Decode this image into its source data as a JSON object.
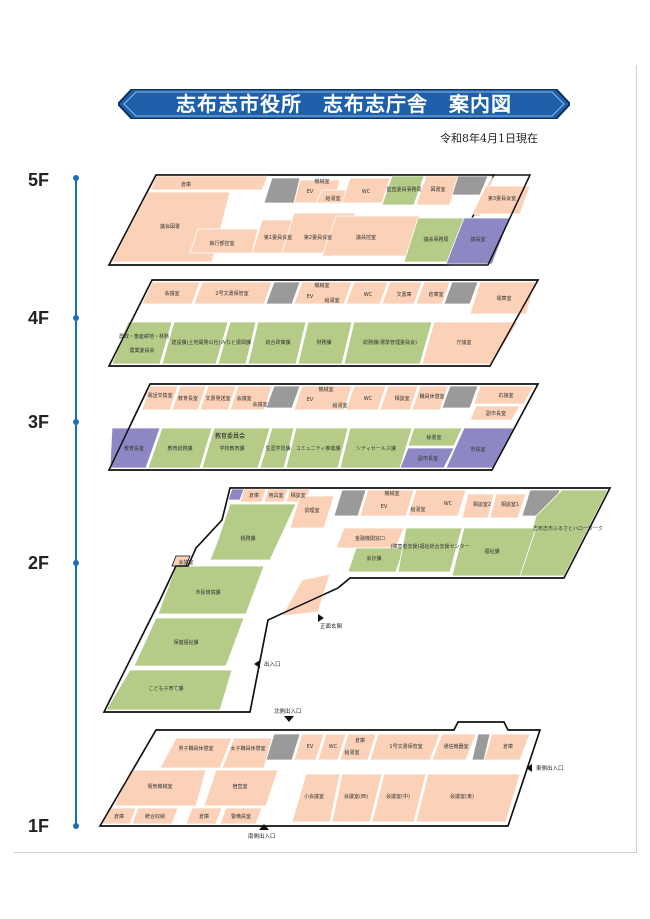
{
  "title": "志布志市役所　志布志庁舎　案内図",
  "date": "令和8年4月1日現在",
  "floors": {
    "f5": "5F",
    "f4": "4F",
    "f3": "3F",
    "f2": "2F",
    "f1": "1F"
  },
  "colors": {
    "office": "#fbd2b8",
    "hall": "#b4cc88",
    "special": "#8d88c4",
    "stairs": "#9a9a9a",
    "outline": "#111111",
    "axis": "#1d6fb5",
    "banner": "#1d5fa8"
  },
  "rooms5": {
    "r1": "倉庫",
    "r2": "議会図書",
    "r3": "執行部控室",
    "r4": "第1委員会室",
    "r5": "第2委員会室",
    "r6": "議員控室",
    "r7": "機械室",
    "r8": "EV",
    "r9": "給湯室",
    "r10": "WC",
    "r11": "監査委員事務局",
    "r12": "図書室",
    "r13": "第3委員会室",
    "r14": "議会事務局",
    "r15": "議長室"
  },
  "rooms4": {
    "r1": "会議室",
    "r2": "2号文書保管室",
    "r3": "機械室",
    "r4": "EV",
    "r5": "給湯室",
    "r6": "WC",
    "r7": "文書庫",
    "r8": "倉庫室",
    "r9": "電算室",
    "r10": "農政・畜産耕地・林務",
    "r11": "農業委員会",
    "r12": "建設課(土地開発公社)",
    "r13": "みなと振興課",
    "r14": "総合政策課",
    "r15": "財務課",
    "r16": "総務課(選挙管理委員会)",
    "r17": "庁議室"
  },
  "rooms3": {
    "r1": "電話交換室",
    "r2": "教育長室",
    "r3": "文書発送室",
    "r4": "会議室",
    "r5": "会議室",
    "r6": "機械室",
    "r7": "EV",
    "r8": "給湯室",
    "r9": "WC",
    "r10": "相談室",
    "r11": "職員休憩室",
    "r12": "応接室",
    "r13": "副市長室",
    "r14": "教育長室",
    "r15": "教育総務課",
    "r16": "学校教育課",
    "r17": "教育委員会",
    "r18": "生涯学習課",
    "r19": "コミュニティ推進課",
    "r20": "シティセールス課",
    "r21": "秘書室",
    "r22": "副市長室",
    "r23": "市長室"
  },
  "rooms2": {
    "r1": "倉庫",
    "r2": "用具室",
    "r3": "相談室",
    "r4": "調理室",
    "r5": "機械室",
    "r6": "EV",
    "r7": "給湯室",
    "r8": "WC",
    "r9": "相談室2",
    "r10": "相談室1",
    "r11": "志布志市ふるさとハローワーク",
    "r12": "税務課",
    "r13": "市民環境課",
    "r14": "保健福祉課",
    "r15": "こども子育て課",
    "r16": "会議室",
    "r17": "金融機関窓口",
    "r18": "会計課",
    "r19": "(障害者支援)福祉総合支援センター",
    "r20": "福祉課"
  },
  "rooms1": {
    "r1": "男子職員休憩室",
    "r2": "女子職員休憩室",
    "r3": "EV",
    "r4": "WC",
    "r5": "倉庫",
    "r6": "給湯室",
    "r7": "1号文書保管室",
    "r8": "通信機器室",
    "r9": "倉庫",
    "r10": "電気機械室",
    "r11": "宿直室",
    "r12": "小会議室",
    "r13": "会議室(西)",
    "r14": "会議室(中)",
    "r15": "会議室(東)",
    "r16": "倉庫",
    "r17": "統合収納",
    "r18": "倉庫",
    "r19": "警備員室"
  },
  "entrances": {
    "north": "北側出入口",
    "east": "東側出入口",
    "west2": "出入口",
    "main": "正面玄関",
    "south": "南側出入口"
  }
}
